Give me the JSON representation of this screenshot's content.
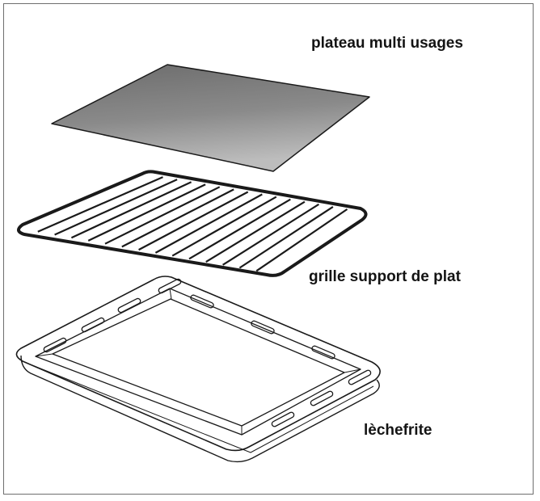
{
  "labels": {
    "plateau": "plateau multi usages",
    "grille": "grille support de plat",
    "lechefrite": "lèchefrite"
  },
  "colors": {
    "plateau_dark": "#6f6f6f",
    "plateau_light": "#b9b9b9",
    "line": "#1a1a1a",
    "frame": "#6e6e6e"
  }
}
